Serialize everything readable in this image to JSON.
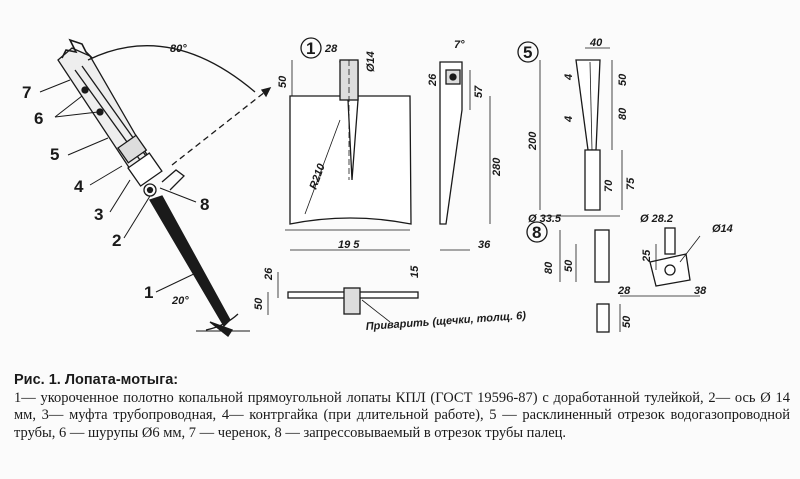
{
  "figure": {
    "callouts": [
      "7",
      "6",
      "5",
      "4",
      "3",
      "2",
      "8",
      "1"
    ],
    "angles": {
      "top": "80°",
      "bottom": "20°",
      "tilt": "7°"
    },
    "view_numbers": {
      "blade": "1",
      "tube": "5",
      "finger": "8"
    },
    "blade_dims": {
      "d28": "28",
      "d14": "Ø14",
      "d50": "50",
      "r210": "R210",
      "w195": "19 5",
      "d26": "26",
      "d57": "57",
      "d280": "280",
      "d36": "36",
      "d15": "15",
      "d26b": "26",
      "d50b": "50"
    },
    "tube_dims": {
      "d40": "40",
      "d50": "50",
      "d80": "80",
      "d4a": "4",
      "d4b": "4",
      "d200": "200",
      "d70": "70",
      "d75": "75",
      "d33_5": "Ø 33.5",
      "d28_2": "Ø 28.2"
    },
    "finger_dims": {
      "d80": "80",
      "d50": "50",
      "d25": "25",
      "d28": "28",
      "d38": "38",
      "d14": "Ø14",
      "d50b": "50"
    },
    "weld_note": "Приварить (щечки, толщ. 6)"
  },
  "caption": {
    "title": "Рис. 1. Лопата-мотыга:",
    "body": "1— укороченное полотно копальной прямоугольной лопаты КПЛ (ГОСТ 19596-87) с доработанной тулейкой, 2— ось Ø 14 мм, 3— муфта трубопроводная, 4— контргайка (при длительной работе), 5 — расклиненный отрезок водогазопроводной трубы, 6 — шурупы Ø6 мм, 7 — черенок, 8 — запрессовываемый в отрезок трубы палец."
  }
}
